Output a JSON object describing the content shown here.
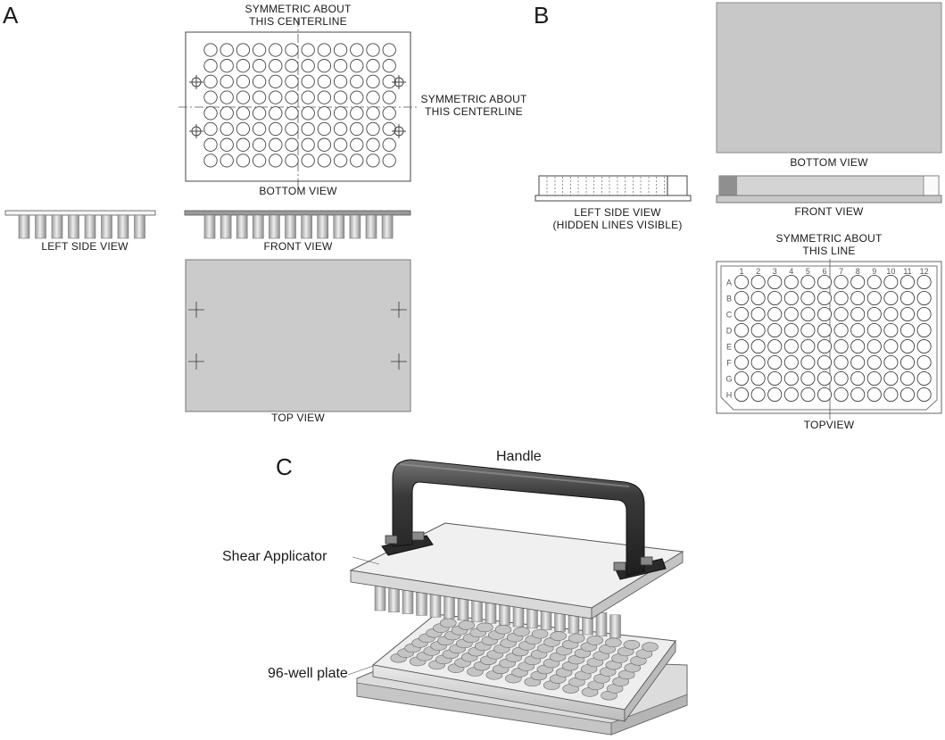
{
  "panel_a": {
    "label": "A",
    "centerline_vertical": [
      "SYMMETRIC ABOUT",
      "THIS CENTERLINE"
    ],
    "centerline_horizontal": [
      "SYMMETRIC ABOUT",
      "THIS CENTERLINE"
    ],
    "bottom_view": "BOTTOM VIEW",
    "left_side_view": "LEFT SIDE VIEW",
    "front_view": "FRONT VIEW",
    "top_view": "TOP VIEW"
  },
  "panel_b": {
    "label": "B",
    "bottom_view": "BOTTOM VIEW",
    "left_side_view": [
      "LEFT SIDE VIEW",
      "(HIDDEN LINES VISIBLE)"
    ],
    "front_view": "FRONT VIEW",
    "symmetric": [
      "SYMMETRIC ABOUT",
      "THIS LINE"
    ],
    "top_view": "TOPVIEW",
    "columns": [
      "1",
      "2",
      "3",
      "4",
      "5",
      "6",
      "7",
      "8",
      "9",
      "10",
      "11",
      "12"
    ],
    "rows": [
      "A",
      "B",
      "C",
      "D",
      "E",
      "F",
      "G",
      "H"
    ]
  },
  "panel_c": {
    "label": "C",
    "handle": "Handle",
    "shear_applicator": "Shear Applicator",
    "plate": "96-well plate"
  },
  "colors": {
    "line": "#555555",
    "panel_fill": "#c8c8c8",
    "handle": "#2b2b2b"
  }
}
